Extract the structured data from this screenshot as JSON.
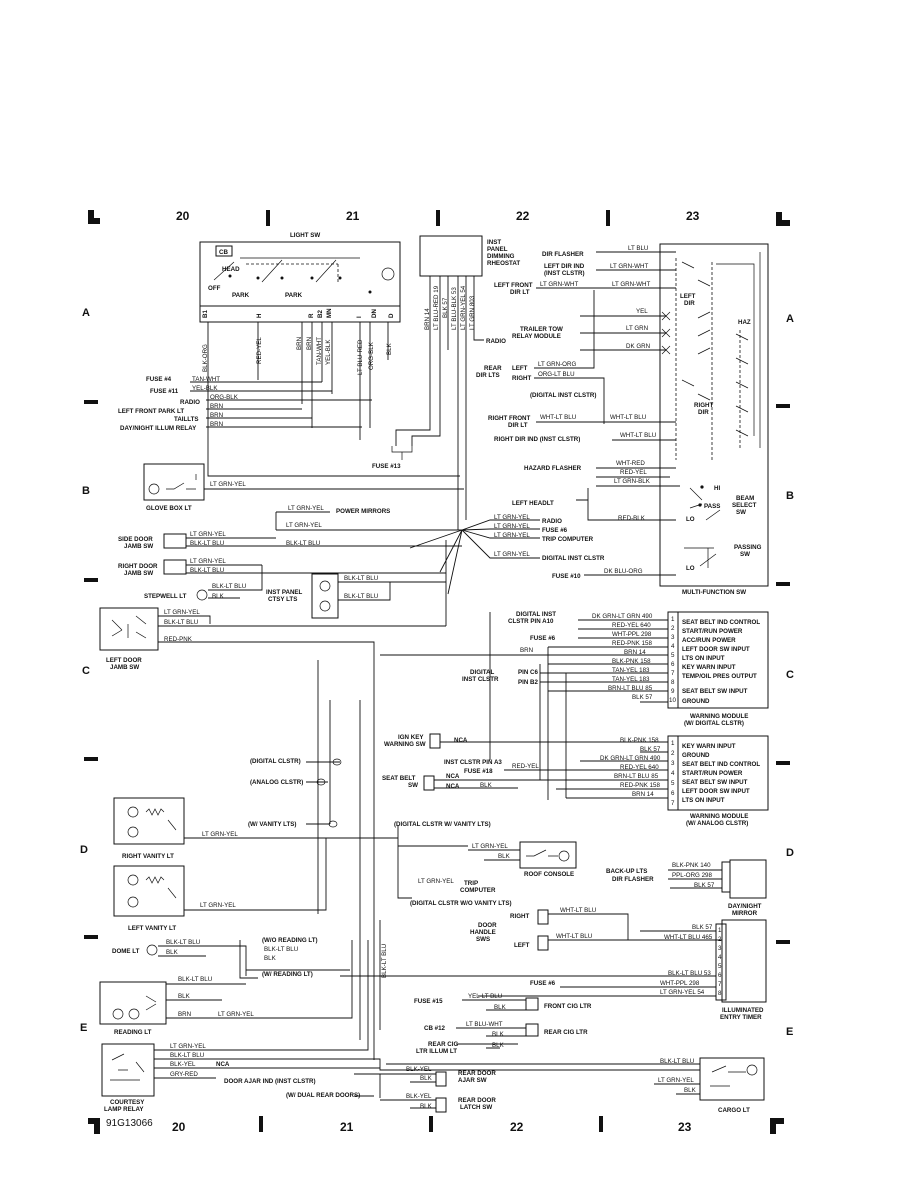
{
  "grid": {
    "columns_top": [
      "20",
      "21",
      "22",
      "23"
    ],
    "columns_bottom": [
      "20",
      "21",
      "22",
      "23"
    ],
    "rows": [
      "A",
      "B",
      "C",
      "D",
      "E"
    ],
    "figure_id": "91G13066"
  },
  "light_switch": {
    "title": "LIGHT SW",
    "cb": "CB",
    "positions": [
      "OFF",
      "PARK",
      "HEAD",
      "PARK"
    ],
    "pins": [
      "B1",
      "H",
      "R",
      "B2",
      "MN",
      "I",
      "DN",
      "D"
    ],
    "wires": [
      "BLK-ORG",
      "RED-YEL",
      "BRN",
      "BRN",
      "TAN-WHT",
      "YEL-BLK",
      "LT BLU-RED",
      "ORG-BLK",
      "BLK"
    ]
  },
  "rheostat": {
    "title": [
      "INST",
      "PANEL",
      "DIMMING",
      "RHEOSTAT"
    ],
    "wires": [
      "BRN 14",
      "LT BLU-RED 19",
      "BLK 57",
      "LT BLU-BLK 53",
      "LT GRN-YEL 54",
      "LT GRN 803"
    ],
    "radio": "RADIO"
  },
  "left_feeds": {
    "fuse4": "FUSE #4",
    "fuse4_wire": "TAN-WHT",
    "fuse11": "FUSE #11",
    "fuse11_wire": "YEL-BLK",
    "radio": "RADIO",
    "radio_wire": "ORG-BLK",
    "lfpark": "LEFT FRONT PARK LT",
    "lfpark_wire": "BRN",
    "taillts": "TAILLTS",
    "taillts_wire": "BRN",
    "daynight": "DAY/NIGHT ILLUM RELAY",
    "daynight_wire": "BRN",
    "fuse13": "FUSE #13"
  },
  "multi_function": {
    "title": "MULTI-FUNCTION SW",
    "dir_flasher": "DIR FLASHER",
    "dir_flasher_wire": "LT BLU",
    "left_dir_ind": [
      "LEFT DIR IND",
      "(INST CLSTR)"
    ],
    "left_dir_ind_wire": "LT GRN-WHT",
    "left_front_dir": [
      "LEFT FRONT",
      "DIR LT"
    ],
    "left_front_dir_wire_a": "LT GRN-WHT",
    "left_front_dir_wire_b": "LT GRN-WHT",
    "trailer_tow": [
      "TRAILER TOW",
      "RELAY MODULE"
    ],
    "trailer_wires": [
      "YEL",
      "LT GRN",
      "DK GRN"
    ],
    "rear_dir": [
      "REAR",
      "DIR LTS"
    ],
    "rear_left": "LEFT",
    "rear_left_wire": "LT GRN-ORG",
    "rear_right": "RIGHT",
    "rear_right_wire": "ORG-LT BLU",
    "digital_inst_clstr": "(DIGITAL INST CLSTR)",
    "right_front_dir": [
      "RIGHT FRONT",
      "DIR LT"
    ],
    "right_front_wire_a": "WHT-LT BLU",
    "right_front_wire_b": "WHT-LT BLU",
    "right_dir_ind": "RIGHT DIR IND (INST CLSTR)",
    "right_dir_ind_wire": "WHT-LT BLU",
    "hazard_flasher": "HAZARD FLASHER",
    "hazard_wires": [
      "WHT-RED",
      "RED-YEL",
      "LT GRN-BLK"
    ],
    "left_dir": [
      "LEFT",
      "DIR"
    ],
    "right_dir": [
      "RIGHT",
      "DIR"
    ],
    "haz": "HAZ",
    "left_headlt": "LEFT HEADLT",
    "headlt_wire": "RED-BLK",
    "hi": "HI",
    "pass": "PASS",
    "lo": "LO",
    "lo2": "LO",
    "beam_select": [
      "BEAM",
      "SELECT",
      "SW"
    ],
    "passing_sw": [
      "PASSING",
      "SW"
    ],
    "fuse10": "FUSE #10",
    "fuse10_wire": "DK BLU-ORG"
  },
  "center_bus": {
    "items": [
      {
        "wire": "LT GRN-YEL",
        "label": "RADIO"
      },
      {
        "wire": "LT GRN-YEL",
        "label": "FUSE #6"
      },
      {
        "wire": "LT GRN-YEL",
        "label": "TRIP COMPUTER"
      },
      {
        "wire": "LT GRN-YEL",
        "label": "DIGITAL INST CLSTR"
      }
    ],
    "power_mirrors": "POWER MIRRORS",
    "power_mirrors_wire": "LT GRN-YEL",
    "mid_wire": "LT GRN-YEL"
  },
  "left_devices": {
    "glove_box": "GLOVE BOX LT",
    "glove_wire": "LT GRN-YEL",
    "side_door": [
      "SIDE DOOR",
      "JAMB SW"
    ],
    "side_wires": [
      "LT GRN-YEL",
      "BLK-LT BLU"
    ],
    "side_wire_long": "BLK-LT BLU",
    "right_door": [
      "RIGHT DOOR",
      "JAMB SW"
    ],
    "right_wires": [
      "LT GRN-YEL",
      "BLK-LT BLU"
    ],
    "stepwell": "STEPWELL LT",
    "stepwell_wires": [
      "BLK-LT BLU",
      "BLK"
    ],
    "inst_panel_ctsy": [
      "INST PANEL",
      "CTSY LTS"
    ],
    "ctsy_wires": [
      "BLK-LT BLU",
      "BLK-LT BLU"
    ],
    "left_door": [
      "LEFT DOOR",
      "JAMB SW"
    ],
    "left_wires": [
      "LT GRN-YEL",
      "BLK-LT BLU",
      "RED-PNK"
    ]
  },
  "warning_digital": {
    "title": [
      "WARNING MODULE",
      "(W/ DIGITAL CLSTR)"
    ],
    "pins": [
      {
        "n": "1",
        "wire": "DK GRN-LT GRN 490",
        "label": "SEAT BELT IND CONTROL"
      },
      {
        "n": "2",
        "wire": "RED-YEL 640",
        "label": "START/RUN POWER"
      },
      {
        "n": "3",
        "wire": "WHT-PPL 298",
        "label": "ACC/RUN POWER"
      },
      {
        "n": "4",
        "wire": "RED-PNK 158",
        "label": "LEFT DOOR SW INPUT"
      },
      {
        "n": "5",
        "wire": "BRN 14",
        "label": "LTS ON INPUT"
      },
      {
        "n": "6",
        "wire": "BLK-PNK 158",
        "label": "KEY WARN INPUT"
      },
      {
        "n": "7",
        "wire": "TAN-YEL 183",
        "label": "TEMP/OIL PRES OUTPUT"
      },
      {
        "n": "8",
        "wire": "TAN-YEL 183",
        "label": ""
      },
      {
        "n": "9",
        "wire": "BRN-LT BLU 85",
        "label": "SEAT BELT SW INPUT"
      },
      {
        "n": "10",
        "wire": "BLK 57",
        "label": "GROUND"
      }
    ],
    "digital_pin_a10": [
      "DIGITAL INST",
      "CLSTR PIN A10"
    ],
    "fuse6": "FUSE #6",
    "brn": "BRN",
    "digital_clstr": [
      "DIGITAL",
      "INST CLSTR"
    ],
    "pin_c6": "PIN C6",
    "pin_b2": "PIN B2"
  },
  "warning_analog": {
    "title": [
      "WARNING MODULE",
      "(W/ ANALOG CLSTR)"
    ],
    "pins": [
      {
        "n": "1",
        "wire": "BLK-PNK 158",
        "label": "KEY WARN INPUT"
      },
      {
        "n": "2",
        "wire": "BLK 57",
        "label": "GROUND"
      },
      {
        "n": "3",
        "wire": "DK GRN-LT GRN 490",
        "label": "SEAT BELT IND CONTROL"
      },
      {
        "n": "4",
        "wire": "RED-YEL 640",
        "label": "START/RUN POWER"
      },
      {
        "n": "5",
        "wire": "BRN-LT BLU 85",
        "label": "SEAT BELT SW INPUT"
      },
      {
        "n": "6",
        "wire": "RED-PNK 158",
        "label": "LEFT DOOR SW INPUT"
      },
      {
        "n": "7",
        "wire": "BRN 14",
        "label": "LTS ON INPUT"
      }
    ],
    "ign_key": [
      "IGN KEY",
      "WARNING SW"
    ],
    "nca": "NCA",
    "inst_pin_a3": "INST CLSTR PIN A3",
    "fuse18": "FUSE #18",
    "red_yel": "RED-YEL",
    "seat_belt_sw": [
      "SEAT BELT",
      "SW"
    ],
    "nca2": "NCA",
    "nca3": "NCA",
    "blk": "BLK"
  },
  "middle_notes": {
    "digital_clstr": "(DIGITAL CLSTR)",
    "analog_clstr": "(ANALOG CLSTR)",
    "vanity": "(W/ VANITY LTS)",
    "digital_w_vanity": "(DIGITAL CLSTR W/ VANITY LTS)",
    "digital_wo_vanity": "(DIGITAL CLSTR W/O VANITY LTS)",
    "trip_computer": [
      "TRIP",
      "COMPUTER"
    ],
    "trip_wire": "LT GRN-YEL"
  },
  "lower_left": {
    "right_vanity": "RIGHT VANITY LT",
    "right_vanity_wire": "LT GRN-YEL",
    "left_vanity": "LEFT VANITY LT",
    "left_vanity_wire": "LT GRN-YEL",
    "dome": "DOME LT",
    "dome_wires": [
      "BLK-LT BLU",
      "BLK"
    ],
    "wo_reading": "(W/O READING LT)",
    "w_reading": "(W/ READING LT)",
    "reading_wires_r": [
      "BLK-LT BLU",
      "BLK"
    ],
    "reading": "READING LT",
    "reading_wires": [
      "BLK-LT BLU",
      "BLK",
      "BRN",
      "LT GRN-YEL"
    ],
    "courtesy": [
      "COURTESY",
      "LAMP RELAY"
    ],
    "courtesy_wires": [
      "LT GRN-YEL",
      "BLK-LT BLU",
      "BLK-YEL",
      "GRY-RED"
    ],
    "door_ajar": "DOOR AJAR IND (INST CLSTR)",
    "dual_rear": "(W/ DUAL REAR DOORS)",
    "vertical_blk_blu": "BLK-LT BLU",
    "nca": "NCA"
  },
  "lower_right": {
    "roof_console": "ROOF CONSOLE",
    "roof_wires": [
      "LT GRN-YEL",
      "BLK"
    ],
    "mirror": [
      "DAY/NIGHT",
      "MIRROR"
    ],
    "mirror_labels": [
      "BACK-UP LTS",
      "DIR FLASHER"
    ],
    "mirror_wires": [
      "BLK-PNK 140",
      "PPL-ORG 298",
      "BLK 57"
    ],
    "door_handle": [
      "DOOR",
      "HANDLE",
      "SWS"
    ],
    "right": "RIGHT",
    "left": "LEFT",
    "handle_wires": [
      "WHT-LT BLU",
      "WHT-LT BLU"
    ],
    "timer": [
      "ILLUMINATED",
      "ENTRY TIMER"
    ],
    "timer_pins": [
      {
        "n": "1",
        "wire": "BLK 57"
      },
      {
        "n": "2",
        "wire": "WHT-LT BLU 465"
      },
      {
        "n": "3",
        "wire": ""
      },
      {
        "n": "4",
        "wire": ""
      },
      {
        "n": "5",
        "wire": "BLK-LT BLU 53"
      },
      {
        "n": "6",
        "wire": "WHT-PPL 298"
      },
      {
        "n": "7",
        "wire": "LT GRN-YEL 54"
      },
      {
        "n": "8",
        "wire": ""
      }
    ],
    "fuse6": "FUSE #6",
    "fuse15": "FUSE #15",
    "fuse15_wires": [
      "YEL-LT BLU",
      "BLK"
    ],
    "front_cig": "FRONT CIG LTR",
    "cb12": "CB #12",
    "cb12_wires": [
      "LT BLU-WHT",
      "BLK"
    ],
    "rear_cig": "REAR CIG LTR",
    "rear_cig_illum": [
      "REAR CIG",
      "LTR ILLUM LT"
    ],
    "rear_illum_wire": "BLK",
    "rear_door_ajar": [
      "REAR DOOR",
      "AJAR SW"
    ],
    "ajar_wires": [
      "BLK-YEL",
      "BLK"
    ],
    "rear_door_latch": [
      "REAR DOOR",
      "LATCH SW"
    ],
    "latch_wires": [
      "BLK-YEL",
      "BLK"
    ],
    "cargo": "CARGO LT",
    "cargo_wires": [
      "BLK-LT BLU",
      "LT GRN-YEL",
      "BLK"
    ]
  }
}
